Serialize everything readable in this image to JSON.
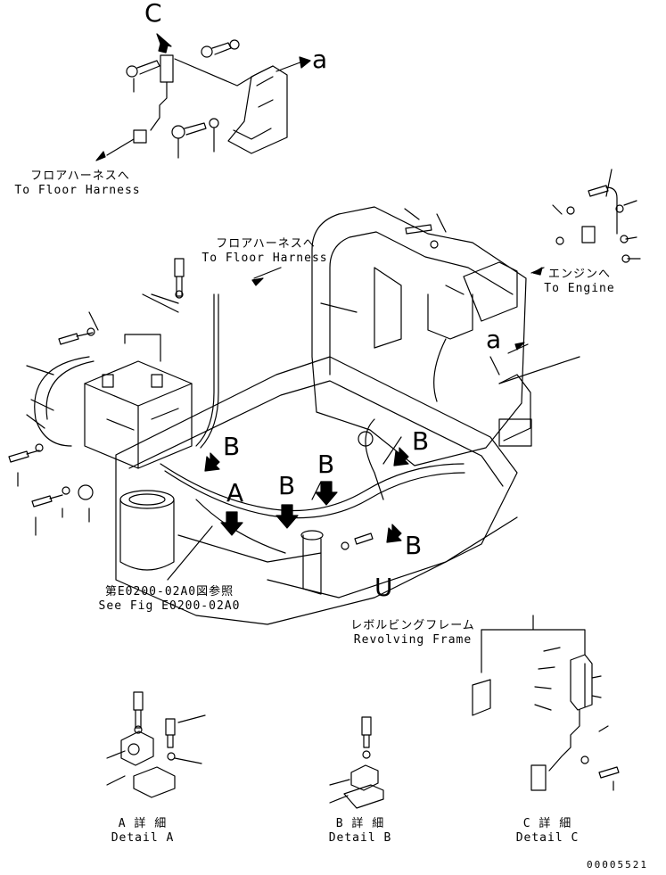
{
  "callouts": {
    "c": "C",
    "a_top": "a",
    "a_right": "a",
    "b1": "B",
    "b2": "B",
    "b3": "B",
    "b4": "B",
    "b5": "B",
    "a_mid": "A",
    "u": "U"
  },
  "labels": {
    "floor_harness_jp_1": "フロアハーネスへ",
    "floor_harness_en_1": "To Floor Harness",
    "floor_harness_jp_2": "フロアハーネスへ",
    "floor_harness_en_2": "To Floor Harness",
    "engine_jp": "エンジンへ",
    "engine_en": "To Engine",
    "see_fig_jp": "第E0200-02A0図参照",
    "see_fig_en": "See Fig E0200-02A0",
    "revolving_jp": "レボルビングフレーム",
    "revolving_en": "Revolving Frame"
  },
  "details": [
    {
      "jp": "A 詳 細",
      "en": "Detail A"
    },
    {
      "jp": "B 詳 細",
      "en": "Detail B"
    },
    {
      "jp": "C 詳 細",
      "en": "Detail C"
    }
  ],
  "drawing_number": "00005521"
}
